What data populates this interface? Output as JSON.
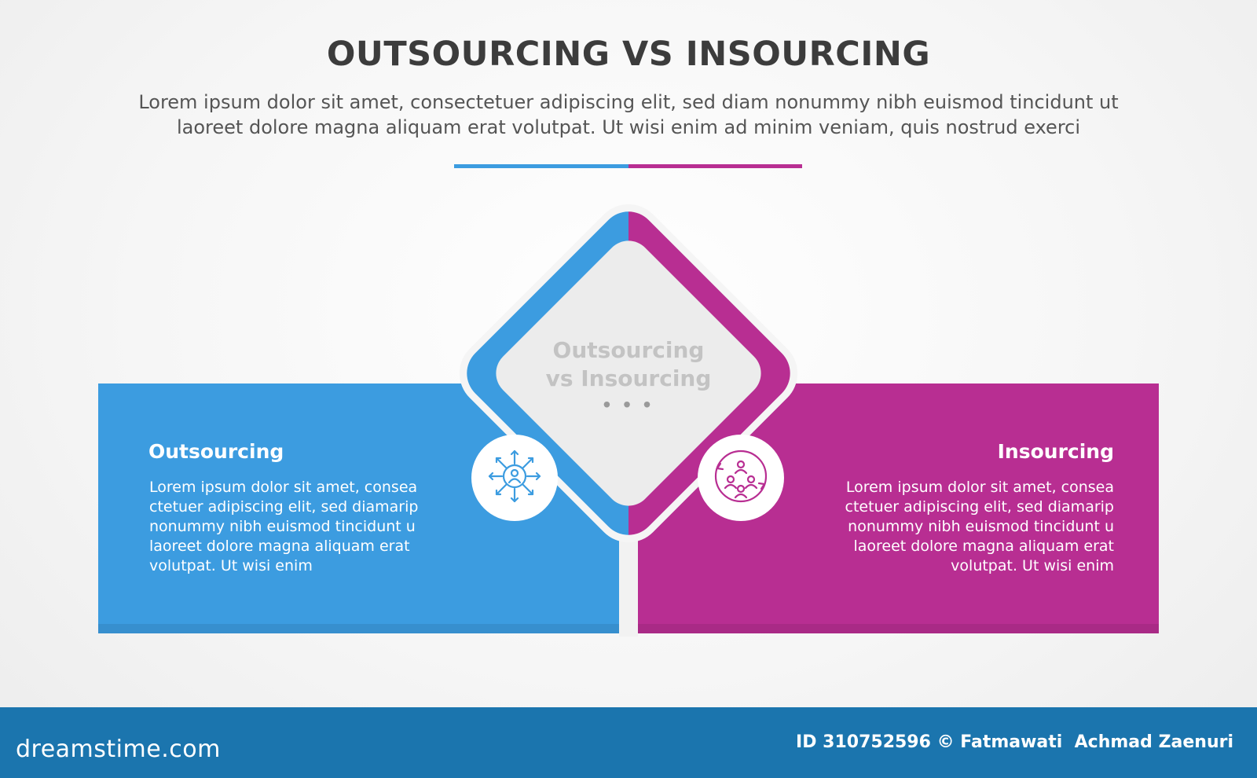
{
  "header": {
    "title": "OUTSOURCING VS INSOURCING",
    "subtitle_line1": "Lorem ipsum dolor sit amet, consectetuer adipiscing elit, sed diam nonummy nibh euismod tincidunt ut",
    "subtitle_line2": "laoreet dolore magna aliquam erat volutpat. Ut wisi enim ad minim veniam, quis nostrud exerci"
  },
  "center": {
    "line1": "Outsourcing",
    "line2": "vs Insourcing",
    "dots": "• • •"
  },
  "left_panel": {
    "title": "Outsourcing",
    "body_lines": [
      "Lorem ipsum dolor sit amet, consea",
      "ctetuer adipiscing elit, sed diamarip",
      "nonummy nibh euismod tincidunt u",
      "laoreet dolore magna aliquam erat",
      "volutpat. Ut wisi enim"
    ],
    "icon": "network-distribution-icon"
  },
  "right_panel": {
    "title": "Insourcing",
    "body_lines": [
      "Lorem ipsum dolor sit amet, consea",
      "ctetuer adipiscing elit, sed diamarip",
      "nonummy nibh euismod tincidunt u",
      "laoreet dolore magna aliquam erat",
      "volutpat. Ut wisi enim"
    ],
    "icon": "team-cycle-icon"
  },
  "footer": {
    "logo": "dreamstime.com",
    "credit": "ID 310752596 © Fatmawati  Achmad Zaenuri"
  },
  "colors": {
    "blue": "#3c9ce0",
    "magenta": "#b82e92",
    "footer": "#1b75ae"
  }
}
